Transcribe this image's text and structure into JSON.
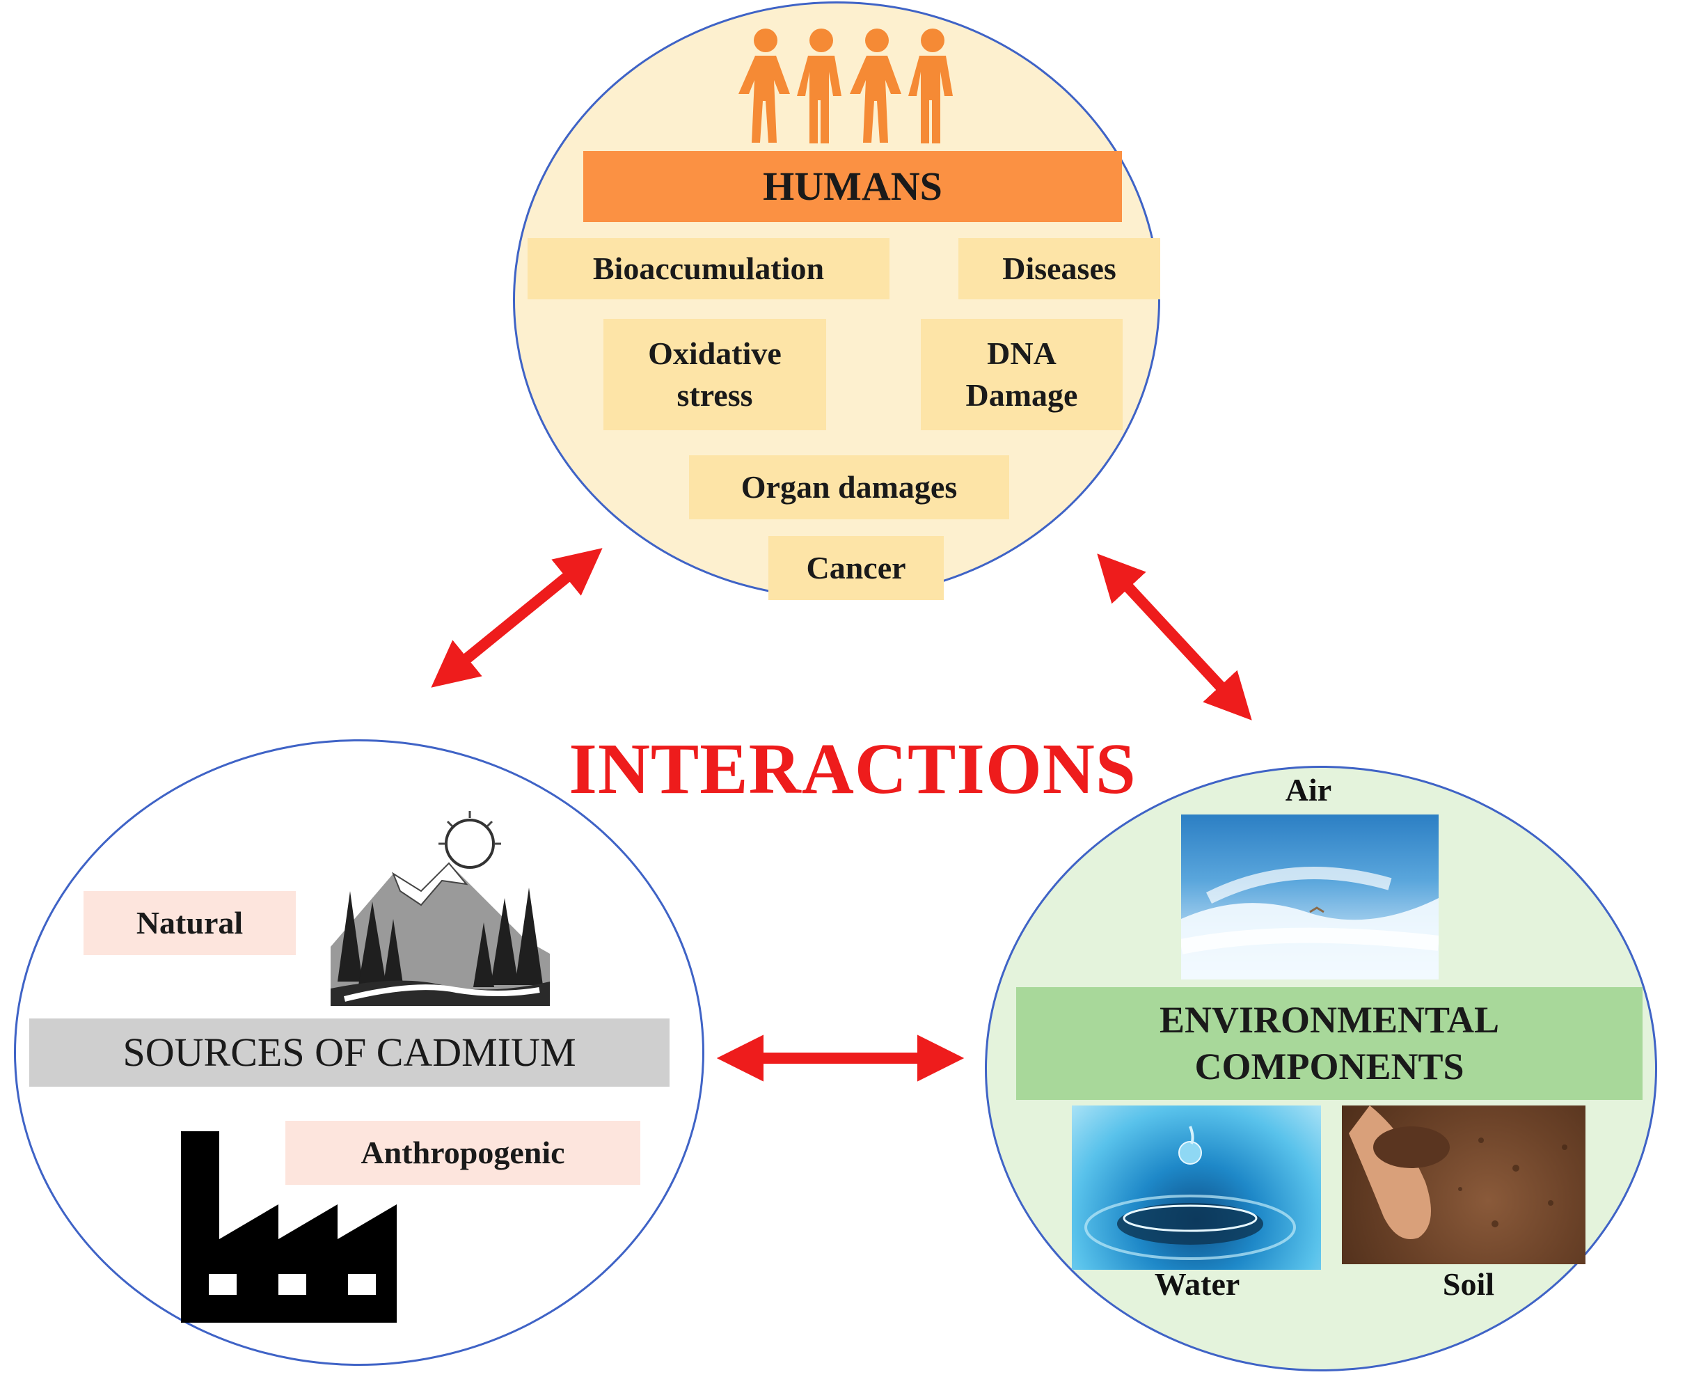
{
  "humans": {
    "title": "HUMANS",
    "effects": {
      "bioaccumulation": "Bioaccumulation",
      "diseases": "Diseases",
      "oxidative_stress": "Oxidative stress",
      "dna_damage": "DNA Damage",
      "organ_damages": "Organ damages",
      "cancer": "Cancer"
    }
  },
  "center": {
    "title": "INTERACTIONS"
  },
  "sources": {
    "title": "SOURCES OF CADMIUM",
    "natural": "Natural",
    "anthropogenic": "Anthropogenic"
  },
  "environment": {
    "title": "ENVIRONMENTAL COMPONENTS",
    "air": "Air",
    "water": "Water",
    "soil": "Soil"
  },
  "colors": {
    "humans_bg": "#fdf0cf",
    "humans_bar": "#fb9143",
    "effect_box": "#fde4a7",
    "env_bg": "#e4f3dc",
    "env_bar": "#a8d89a",
    "sources_bar": "#cfcfcf",
    "source_label": "#fde5dd",
    "arrow": "#ee1c1c",
    "circle_border": "#3f63c6"
  },
  "icons": [
    "people-icon",
    "mountain-landscape-icon",
    "factory-icon",
    "sky-photo",
    "water-drop-photo",
    "soil-hand-photo"
  ]
}
